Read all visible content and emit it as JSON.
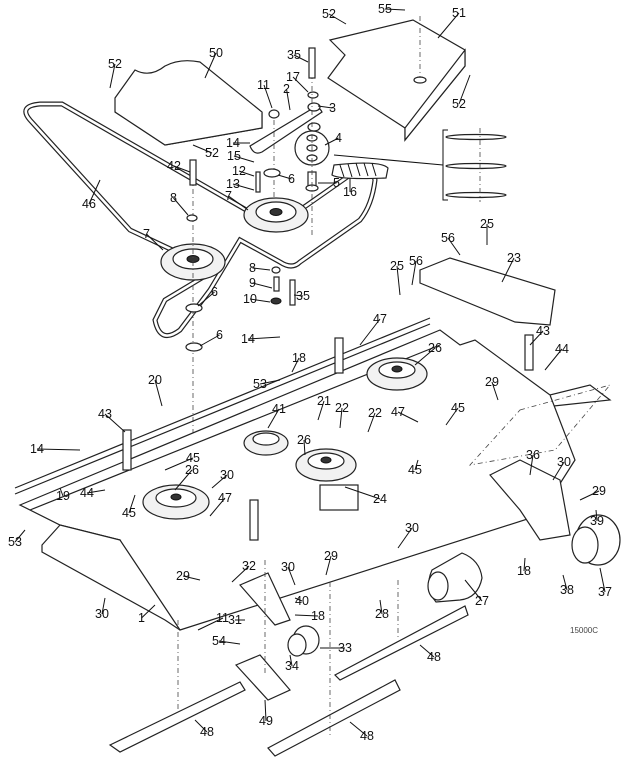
{
  "figure_id": "15000C",
  "callouts": [
    {
      "id": "c1",
      "label": "1"
    },
    {
      "id": "c2",
      "label": "2"
    },
    {
      "id": "c3",
      "label": "3"
    },
    {
      "id": "c4",
      "label": "4"
    },
    {
      "id": "c5",
      "label": "5"
    },
    {
      "id": "c6a",
      "label": "6"
    },
    {
      "id": "c6b",
      "label": "6"
    },
    {
      "id": "c6c",
      "label": "6"
    },
    {
      "id": "c7a",
      "label": "7"
    },
    {
      "id": "c7b",
      "label": "7"
    },
    {
      "id": "c8a",
      "label": "8"
    },
    {
      "id": "c8b",
      "label": "8"
    },
    {
      "id": "c9",
      "label": "9"
    },
    {
      "id": "c10",
      "label": "10"
    },
    {
      "id": "c11a",
      "label": "11"
    },
    {
      "id": "c11b",
      "label": "11"
    },
    {
      "id": "c12",
      "label": "12"
    },
    {
      "id": "c13",
      "label": "13"
    },
    {
      "id": "c14a",
      "label": "14"
    },
    {
      "id": "c14b",
      "label": "14"
    },
    {
      "id": "c14c",
      "label": "14"
    },
    {
      "id": "c15",
      "label": "15"
    },
    {
      "id": "c16",
      "label": "16"
    },
    {
      "id": "c17",
      "label": "17"
    },
    {
      "id": "c18a",
      "label": "18"
    },
    {
      "id": "c18b",
      "label": "18"
    },
    {
      "id": "c18c",
      "label": "18"
    },
    {
      "id": "c19",
      "label": "19"
    },
    {
      "id": "c20",
      "label": "20"
    },
    {
      "id": "c21",
      "label": "21"
    },
    {
      "id": "c22a",
      "label": "22"
    },
    {
      "id": "c22b",
      "label": "22"
    },
    {
      "id": "c23",
      "label": "23"
    },
    {
      "id": "c24",
      "label": "24"
    },
    {
      "id": "c25a",
      "label": "25"
    },
    {
      "id": "c25b",
      "label": "25"
    },
    {
      "id": "c26a",
      "label": "26"
    },
    {
      "id": "c26b",
      "label": "26"
    },
    {
      "id": "c26c",
      "label": "26"
    },
    {
      "id": "c27",
      "label": "27"
    },
    {
      "id": "c28",
      "label": "28"
    },
    {
      "id": "c29a",
      "label": "29"
    },
    {
      "id": "c29b",
      "label": "29"
    },
    {
      "id": "c29c",
      "label": "29"
    },
    {
      "id": "c29d",
      "label": "29"
    },
    {
      "id": "c30a",
      "label": "30"
    },
    {
      "id": "c30b",
      "label": "30"
    },
    {
      "id": "c30c",
      "label": "30"
    },
    {
      "id": "c30d",
      "label": "30"
    },
    {
      "id": "c30e",
      "label": "30"
    },
    {
      "id": "c31",
      "label": "31"
    },
    {
      "id": "c32",
      "label": "32"
    },
    {
      "id": "c33",
      "label": "33"
    },
    {
      "id": "c34",
      "label": "34"
    },
    {
      "id": "c35a",
      "label": "35"
    },
    {
      "id": "c35b",
      "label": "35"
    },
    {
      "id": "c36",
      "label": "36"
    },
    {
      "id": "c37",
      "label": "37"
    },
    {
      "id": "c38",
      "label": "38"
    },
    {
      "id": "c39",
      "label": "39"
    },
    {
      "id": "c40",
      "label": "40"
    },
    {
      "id": "c41",
      "label": "41"
    },
    {
      "id": "c42",
      "label": "42"
    },
    {
      "id": "c43a",
      "label": "43"
    },
    {
      "id": "c43b",
      "label": "43"
    },
    {
      "id": "c44a",
      "label": "44"
    },
    {
      "id": "c44b",
      "label": "44"
    },
    {
      "id": "c45a",
      "label": "45"
    },
    {
      "id": "c45b",
      "label": "45"
    },
    {
      "id": "c45c",
      "label": "45"
    },
    {
      "id": "c45d",
      "label": "45"
    },
    {
      "id": "c46",
      "label": "46"
    },
    {
      "id": "c47a",
      "label": "47"
    },
    {
      "id": "c47b",
      "label": "47"
    },
    {
      "id": "c47c",
      "label": "47"
    },
    {
      "id": "c48a",
      "label": "48"
    },
    {
      "id": "c48b",
      "label": "48"
    },
    {
      "id": "c48c",
      "label": "48"
    },
    {
      "id": "c49",
      "label": "49"
    },
    {
      "id": "c50",
      "label": "50"
    },
    {
      "id": "c51",
      "label": "51"
    },
    {
      "id": "c52a",
      "label": "52"
    },
    {
      "id": "c52b",
      "label": "52"
    },
    {
      "id": "c52c",
      "label": "52"
    },
    {
      "id": "c52d",
      "label": "52"
    },
    {
      "id": "c53a",
      "label": "53"
    },
    {
      "id": "c53b",
      "label": "53"
    },
    {
      "id": "c54",
      "label": "54"
    },
    {
      "id": "c55",
      "label": "55"
    },
    {
      "id": "c56a",
      "label": "56"
    },
    {
      "id": "c56b",
      "label": "56"
    }
  ]
}
